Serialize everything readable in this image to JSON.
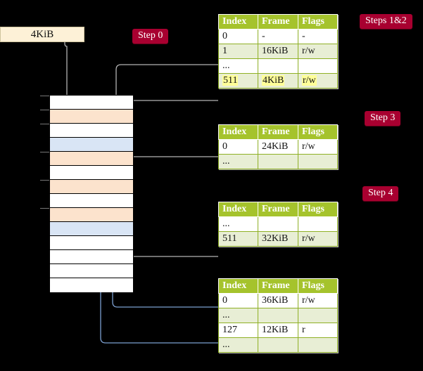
{
  "source_box": {
    "label": "4KiB"
  },
  "badges": [
    {
      "name": "step-0-badge",
      "label": "Step 0"
    },
    {
      "name": "steps-1-2-badge",
      "label": "Steps 1&2"
    },
    {
      "name": "step-3-badge",
      "label": "Step 3"
    },
    {
      "name": "step-4-badge",
      "label": "Step 4"
    }
  ],
  "columns": {
    "index": "Index",
    "frame": "Frame",
    "flags": "Flags"
  },
  "tables": [
    {
      "name": "page-table-level-1",
      "rows": [
        {
          "index": "0",
          "frame": "-",
          "flags": "-",
          "style": "plain",
          "highlight": false
        },
        {
          "index": "1",
          "frame": "16KiB",
          "flags": "r/w",
          "style": "alt",
          "highlight": false
        },
        {
          "index": "...",
          "frame": "",
          "flags": "",
          "style": "plain",
          "highlight": false
        },
        {
          "index": "511",
          "frame": "4KiB",
          "flags": "r/w",
          "style": "alt",
          "highlight": true
        }
      ]
    },
    {
      "name": "page-table-level-2",
      "rows": [
        {
          "index": "0",
          "frame": "24KiB",
          "flags": "r/w",
          "style": "plain",
          "highlight": false
        },
        {
          "index": "...",
          "frame": "",
          "flags": "",
          "style": "alt",
          "highlight": false
        }
      ]
    },
    {
      "name": "page-table-level-3",
      "rows": [
        {
          "index": "...",
          "frame": "",
          "flags": "",
          "style": "plain",
          "highlight": false
        },
        {
          "index": "511",
          "frame": "32KiB",
          "flags": "r/w",
          "style": "alt",
          "highlight": false
        }
      ]
    },
    {
      "name": "page-table-level-4",
      "rows": [
        {
          "index": "0",
          "frame": "36KiB",
          "flags": "r/w",
          "style": "plain",
          "highlight": false
        },
        {
          "index": "...",
          "frame": "",
          "flags": "",
          "style": "alt",
          "highlight": false
        },
        {
          "index": "127",
          "frame": "12KiB",
          "flags": "r",
          "style": "plain",
          "highlight": false
        },
        {
          "index": "...",
          "frame": "",
          "flags": "",
          "style": "alt",
          "highlight": false
        }
      ]
    }
  ],
  "memory_column": {
    "name": "physical-memory-column",
    "rows": [
      {
        "fill": "white"
      },
      {
        "fill": "peach"
      },
      {
        "fill": "white"
      },
      {
        "fill": "blue"
      },
      {
        "fill": "peach"
      },
      {
        "fill": "white"
      },
      {
        "fill": "peach"
      },
      {
        "fill": "white"
      },
      {
        "fill": "peach"
      },
      {
        "fill": "blue"
      },
      {
        "fill": "white"
      },
      {
        "fill": "white"
      },
      {
        "fill": "white"
      },
      {
        "fill": "white"
      }
    ]
  },
  "colors": {
    "background": "#000000",
    "table_header": "#a5c32c",
    "table_alt_row": "#e8eed5",
    "badge": "#a80030",
    "highlight": "#ffff99",
    "memory_peach": "#fce3cd",
    "memory_blue": "#d9e5f5",
    "source_box": "#fdf1d7",
    "wire_gray": "#b3b3b3",
    "wire_blue": "#7b9fd0"
  }
}
